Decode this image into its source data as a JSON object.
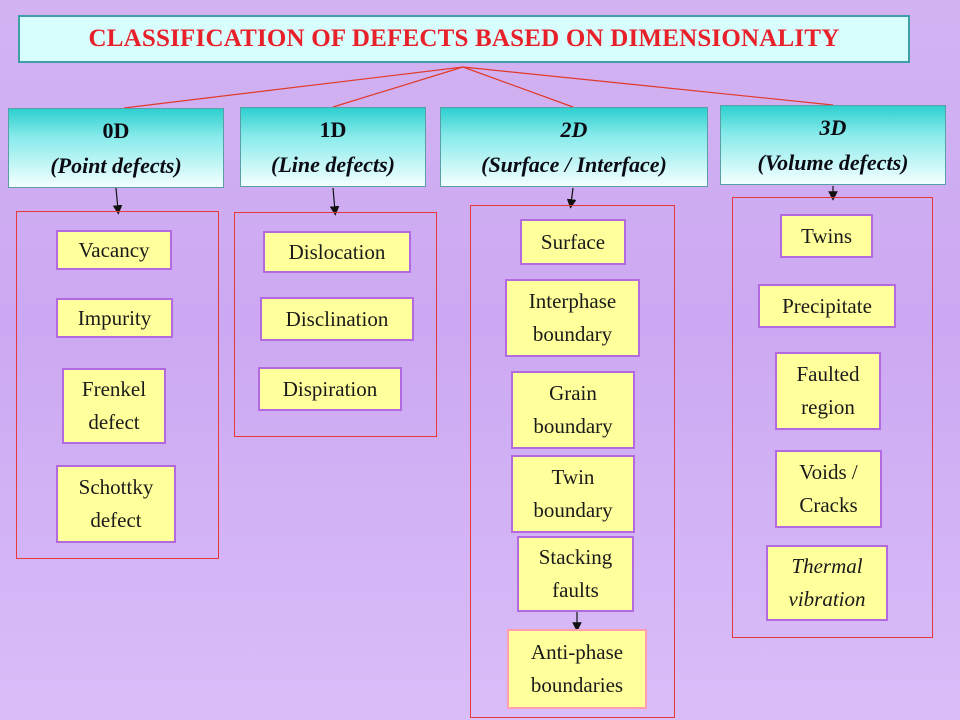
{
  "title": "CLASSIFICATION OF DEFECTS BASED ON DIMENSIONALITY",
  "columns": [
    {
      "code": "0D",
      "subtitle": "(Point defects)",
      "items": [
        "Vacancy",
        "Impurity",
        "Frenkel\ndefect",
        "Schottky\ndefect"
      ]
    },
    {
      "code": "1D",
      "subtitle": "(Line defects)",
      "items": [
        "Dislocation",
        "Disclination",
        "Dispiration"
      ]
    },
    {
      "code": "2D",
      "subtitle": "(Surface / Interface)",
      "items": [
        "Surface",
        "Interphase\nboundary",
        "Grain\nboundary",
        "Twin\nboundary",
        "Stacking\nfaults",
        "Anti-phase\nboundaries"
      ]
    },
    {
      "code": "3D",
      "subtitle": "(Volume defects)",
      "items": [
        "Twins",
        "Precipitate",
        "Faulted\nregion",
        "Voids /\nCracks",
        "Thermal\nvibration"
      ]
    }
  ],
  "colors": {
    "title_text": "#e8202a",
    "connector": "#e03a2a",
    "item_fill": "#ffff9c",
    "item_border": "#b36ae0",
    "group_border": "#e63a3a"
  }
}
